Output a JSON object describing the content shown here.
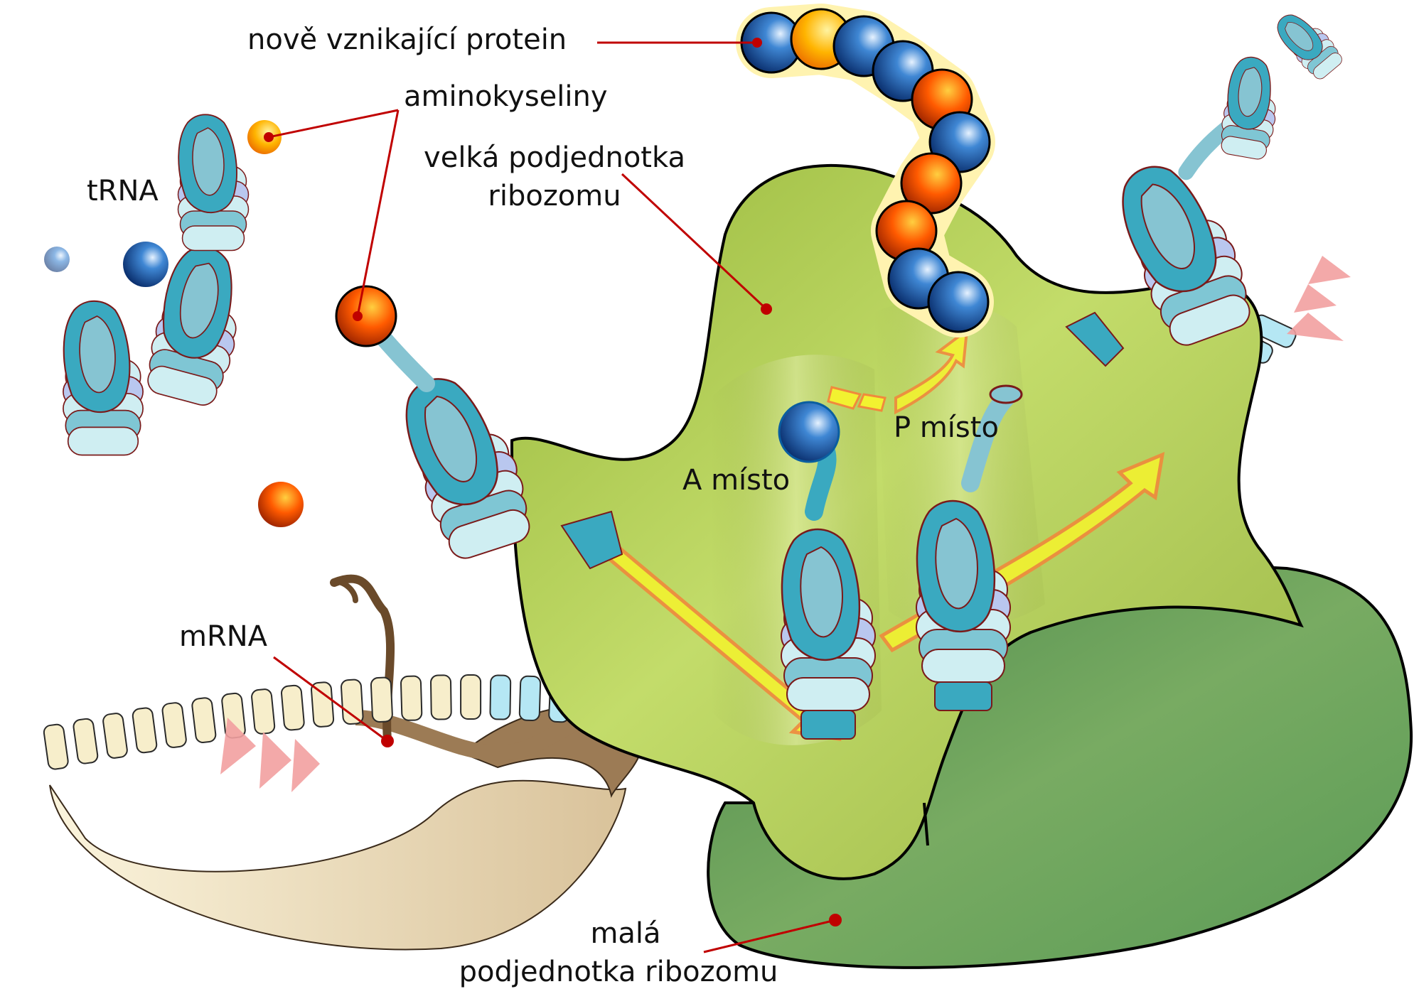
{
  "labels": {
    "protein": "nově vznikající protein",
    "aminoacids": "aminokyseliny",
    "trna": "tRNA",
    "large_subunit_line1": "velká podjednotka",
    "large_subunit_line2": "ribozomu",
    "p_site": "P místo",
    "a_site": "A místo",
    "mrna": "mRNA",
    "small_subunit_line1": "malá",
    "small_subunit_line2": "podjednotka ribozomu"
  },
  "colors": {
    "leader_line": "#c00000",
    "leader_dot": "#c00000",
    "large_subunit": "#b3cc55",
    "small_subunit": "#5f9c5a",
    "trna_dark": "#3aa9c0",
    "trna_light": "#cfeef2",
    "amino_blue": "#1b5ea8",
    "amino_orange": "#ff6a00",
    "amino_yellow": "#ffb400",
    "mrna_cream": "#f7eecb",
    "codon_blue": "#b5e7f4",
    "codon_pink": "#f6cfcf",
    "codon_yellow": "#f3d98a",
    "arrow_yellow": "#f2f230",
    "arrow_outline": "#f08a3c",
    "direction_pink": "#f2a0a0"
  }
}
